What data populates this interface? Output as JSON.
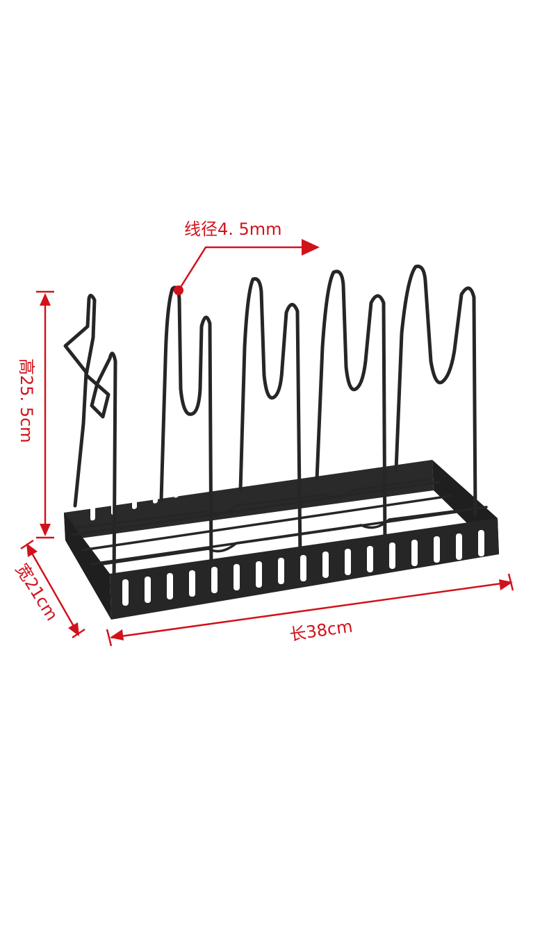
{
  "image": {
    "background": "#ffffff",
    "subject": "black wire pot-lid organizer rack with five zig-zag dividers on a perforated rectangular base"
  },
  "colors": {
    "rack": "#262626",
    "annotation": "#d1121b",
    "slot": "#ffffff"
  },
  "dimensions": {
    "wire_diameter": "线径4. 5mm",
    "height": "高25. 5cm",
    "width": "宽21cm",
    "length": "长38cm"
  }
}
